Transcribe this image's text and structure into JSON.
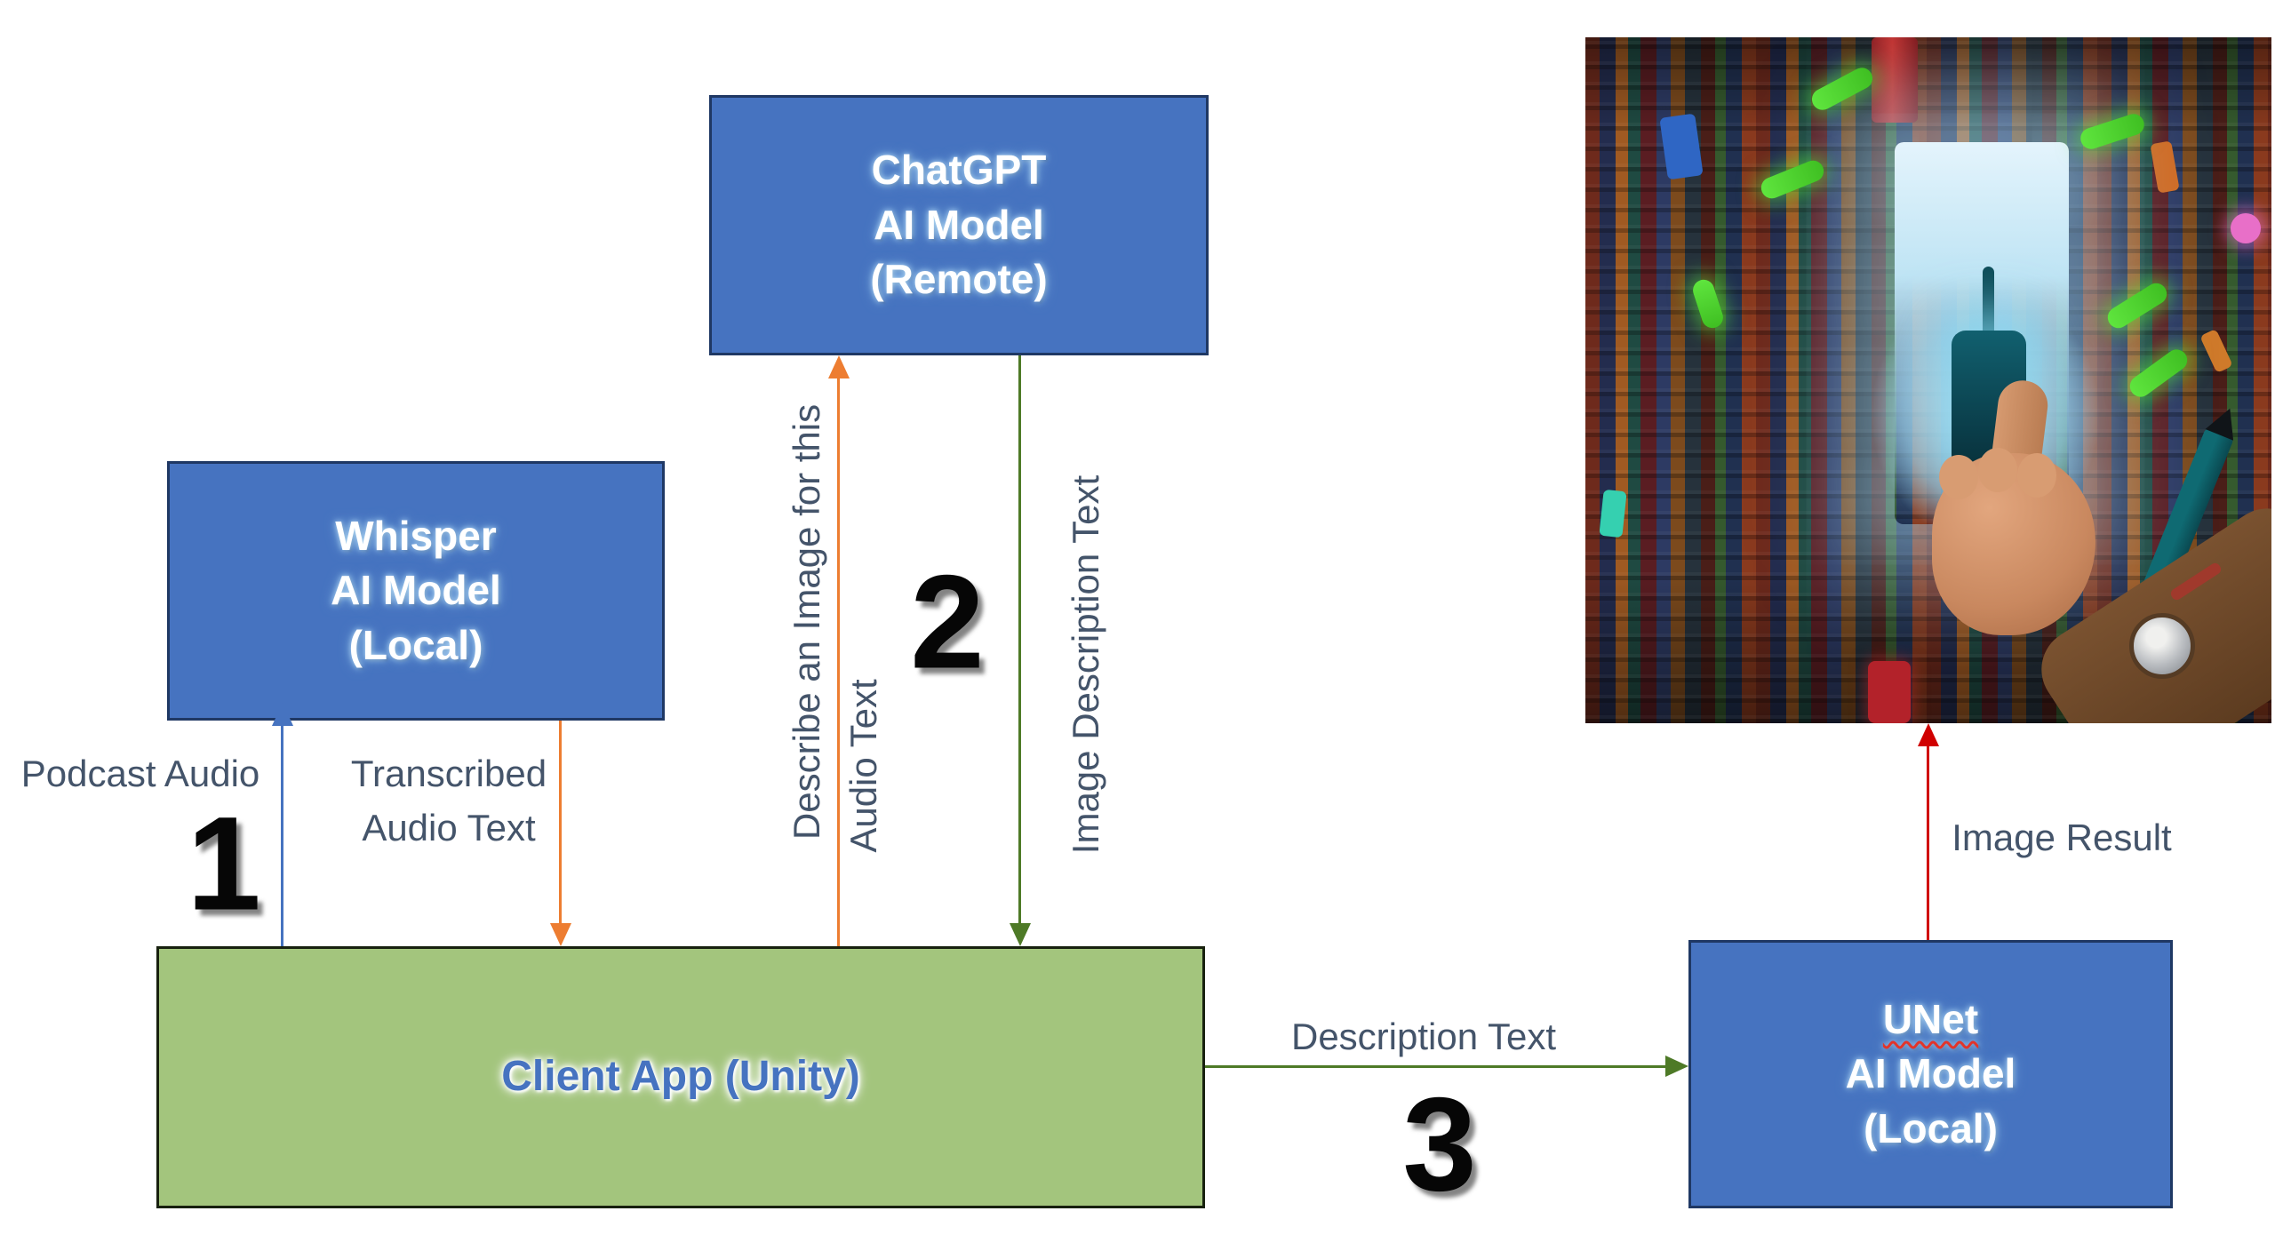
{
  "diagram": {
    "nodes": {
      "whisper": {
        "lines": [
          "Whisper",
          "AI Model",
          "(Local)"
        ]
      },
      "chatgpt": {
        "lines": [
          "ChatGPT",
          "AI Model",
          "(Remote)"
        ]
      },
      "client": {
        "label": "Client App (Unity)"
      },
      "unet": {
        "lines": [
          "UNet",
          "AI Model",
          "(Local)"
        ]
      }
    },
    "edges": {
      "podcast_audio": {
        "label": "Podcast Audio"
      },
      "transcribed": {
        "lines": [
          "Transcribed",
          "Audio Text"
        ]
      },
      "describe_image": {
        "lines": [
          "Describe an Image for this",
          "Audio Text"
        ]
      },
      "image_description": {
        "label": "Image Description Text"
      },
      "description_text": {
        "label": "Description Text"
      },
      "image_result": {
        "label": "Image Result"
      }
    },
    "steps": {
      "one": "1",
      "two": "2",
      "three": "3"
    },
    "colors": {
      "node_blue": "#4673c0",
      "node_border": "#1f3864",
      "client_green": "#a3c57d",
      "arrow_blue": "#4673c0",
      "arrow_orange": "#ed7d31",
      "arrow_dark_green": "#4e7a27",
      "arrow_red": "#d00000",
      "label_slate": "#44546a"
    },
    "artwork": {
      "alt": "AI-generated image: a hand holding a glowing cyan device in front of shelves of colorful book spines with neon green highlights"
    }
  }
}
